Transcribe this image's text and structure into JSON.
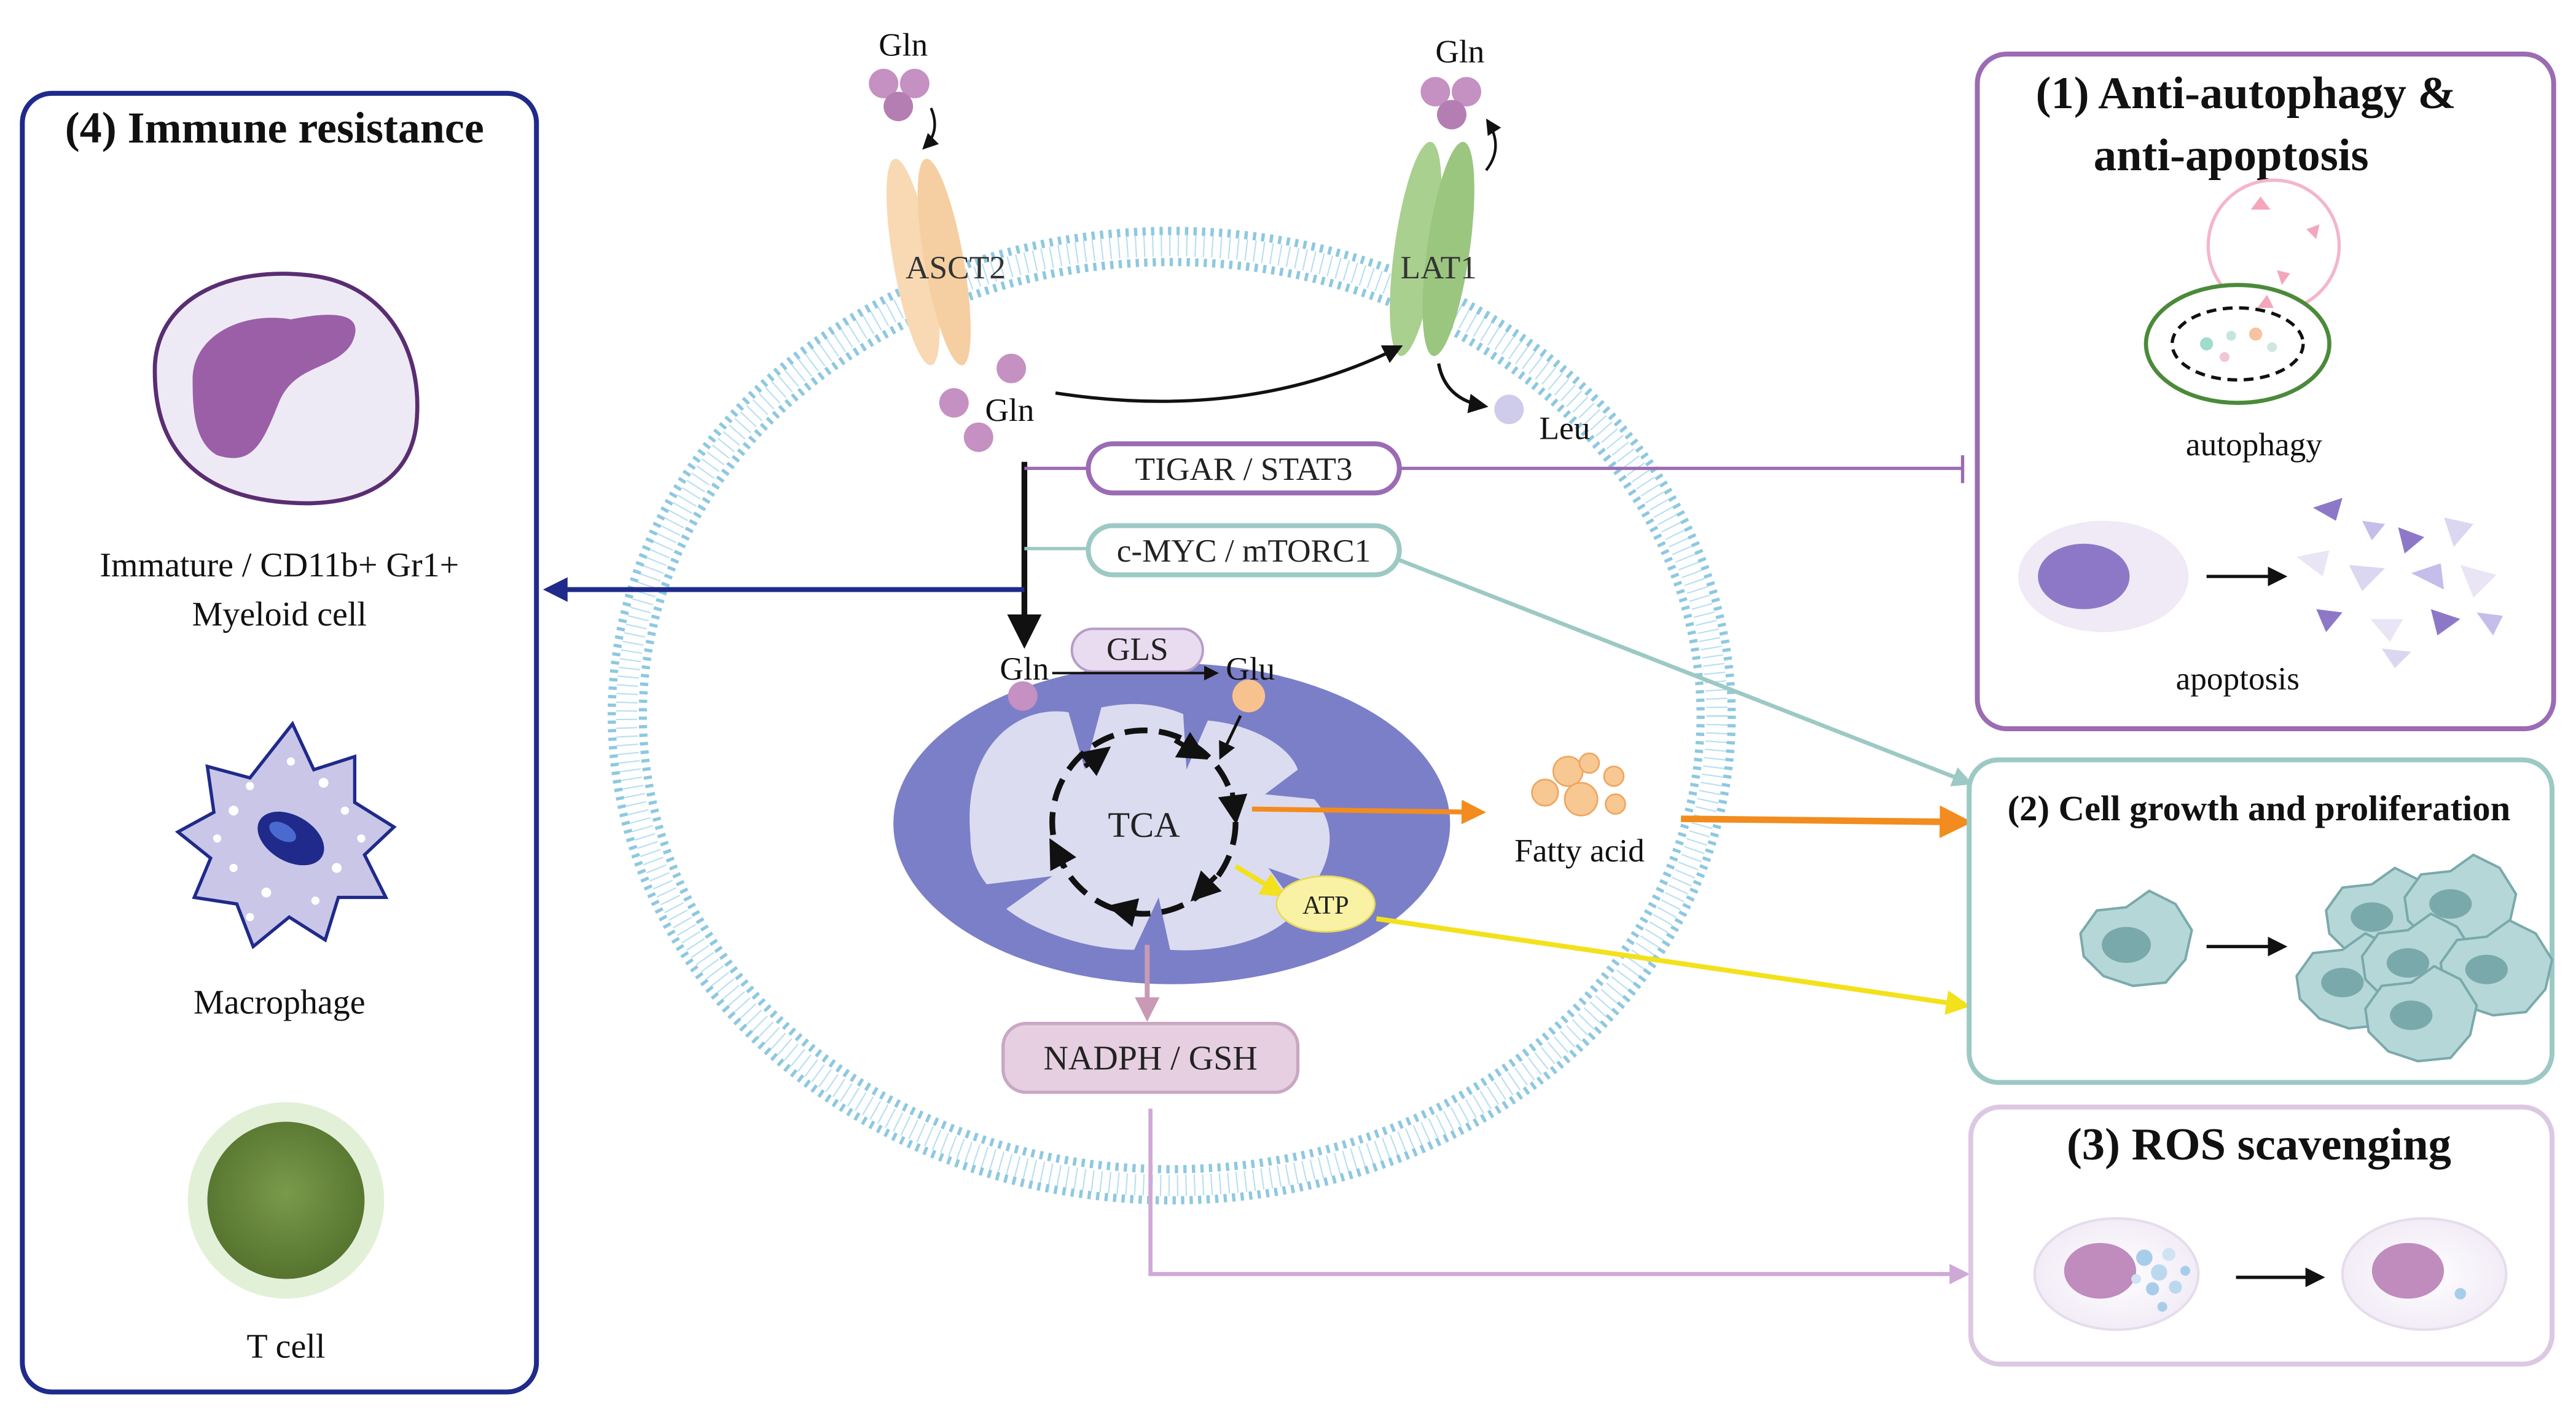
{
  "panels": {
    "immune_resistance": {
      "title": "(4) Immune resistance",
      "myeloid_line1": "Immature / CD11b+ Gr1+",
      "myeloid_line2": "Myeloid cell",
      "macrophage": "Macrophage",
      "t_cell": "T cell"
    },
    "anti_autophagy": {
      "title_line1": "(1) Anti-autophagy &",
      "title_line2": "anti-apoptosis",
      "autophagy": "autophagy",
      "apoptosis": "apoptosis"
    },
    "cell_growth": {
      "title": "(2) Cell growth and proliferation"
    },
    "ros": {
      "title": "(3) ROS scavenging"
    }
  },
  "cell": {
    "transporter_asct2": "ASCT2",
    "transporter_lat1": "LAT1",
    "gln_out_left": "Gln",
    "gln_out_right": "Gln",
    "gln_in": "Gln",
    "leu": "Leu",
    "tigar_stat3": "TIGAR / STAT3",
    "cmyc_mtorc1": "c-MYC / mTORC1",
    "gls": "GLS",
    "gln_mito": "Gln",
    "glu_mito": "Glu",
    "tca": "TCA",
    "atp": "ATP",
    "fatty_acid": "Fatty acid",
    "nadph_gsh": "NADPH / GSH"
  },
  "colors": {
    "immune_border": "#1f2a8a",
    "autophagy_border": "#9b6bb3",
    "growth_border": "#9cc9c3",
    "ros_border": "#dcc8e3",
    "membrane": "#8ec8e0",
    "mito_outer": "#7b7fc8",
    "mito_inner": "#dcdcf0",
    "asct2": "#f8d9b4",
    "lat1": "#a9d08e",
    "gln_ball": "#c590c2",
    "orange_arrow": "#f28c1e",
    "yellow_arrow": "#f3e11b",
    "teal_arrow": "#9cc9c3",
    "purple_line": "#9b6bb3",
    "navy_arrow": "#1f2a8a"
  }
}
